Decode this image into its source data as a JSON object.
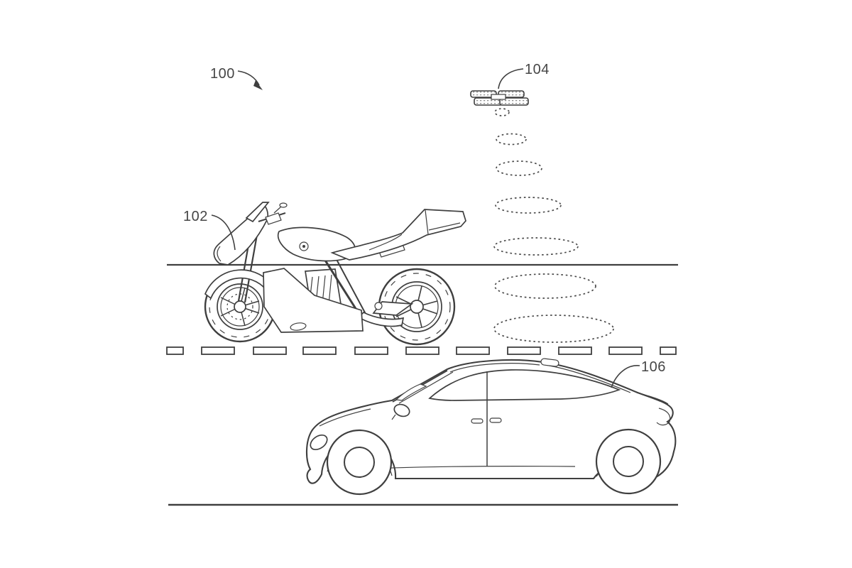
{
  "figure": {
    "type": "patent-line-drawing",
    "background": "#ffffff",
    "line_color": "#3f3f3f",
    "label_color": "#464646",
    "reference_labels": {
      "overall_system": "100",
      "motorcycle": "102",
      "aerial_device": "104",
      "car": "106"
    }
  }
}
